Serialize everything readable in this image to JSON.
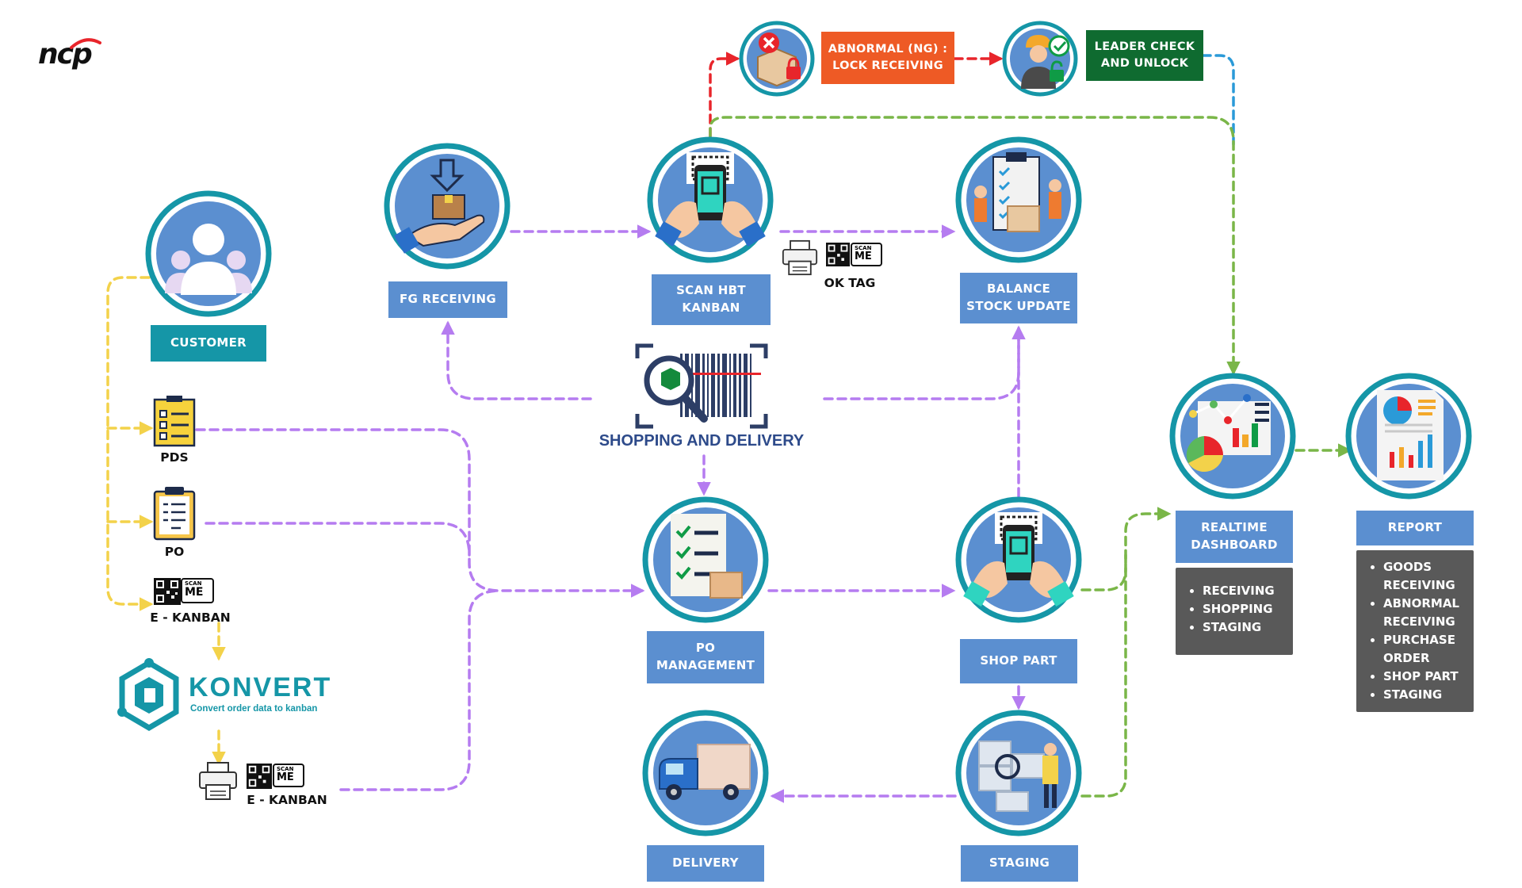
{
  "brand": {
    "logo_text": "ncp"
  },
  "nodes": {
    "customer": "CUSTOMER",
    "fg_receiving": "FG RECEIVING",
    "scan_hbt_kanban": [
      "SCAN HBT",
      "KANBAN"
    ],
    "balance_stock": [
      "BALANCE",
      "STOCK UPDATE"
    ],
    "abnormal": [
      "ABNORMAL (NG) :",
      "LOCK RECEIVING"
    ],
    "leader_check": [
      "LEADER CHECK",
      "AND UNLOCK"
    ],
    "po_management": [
      "PO",
      "MANAGEMENT"
    ],
    "shop_part": "SHOP PART",
    "delivery": "DELIVERY",
    "staging": "STAGING",
    "realtime_dashboard": [
      "REALTIME",
      "DASHBOARD"
    ],
    "report": "REPORT"
  },
  "documents": {
    "pds": "PDS",
    "po": "PO",
    "e_kanban_1": "E - KANBAN",
    "e_kanban_2": "E - KANBAN",
    "ok_tag": "OK TAG"
  },
  "scan_me": {
    "line1": "SCAN",
    "line2": "ME"
  },
  "center": {
    "title": "SHOPPING AND DELIVERY"
  },
  "konvert": {
    "name": "KONVERT",
    "tagline": "Convert order data to kanban"
  },
  "dashboard_items": [
    "RECEIVING",
    "SHOPPING",
    "STAGING"
  ],
  "report_items": [
    "GOODS RECEIVING",
    "ABNORMAL RECEIVING",
    "PURCHASE ORDER",
    "SHOP PART",
    "STAGING"
  ],
  "colors": {
    "purple_flow": "#b57cf0",
    "yellow_flow": "#f3d24a",
    "red_flow": "#e8252b",
    "blue_flow": "#2a9ad8",
    "green_flow": "#7ab648",
    "circle_ring": "#1596a7",
    "circle_fill": "#5b8fd0",
    "label_blue": "#5b8fd0",
    "label_teal": "#1596a7",
    "label_orange": "#ee5a25",
    "label_green": "#0f6b30",
    "bullet_bg": "#595959"
  }
}
